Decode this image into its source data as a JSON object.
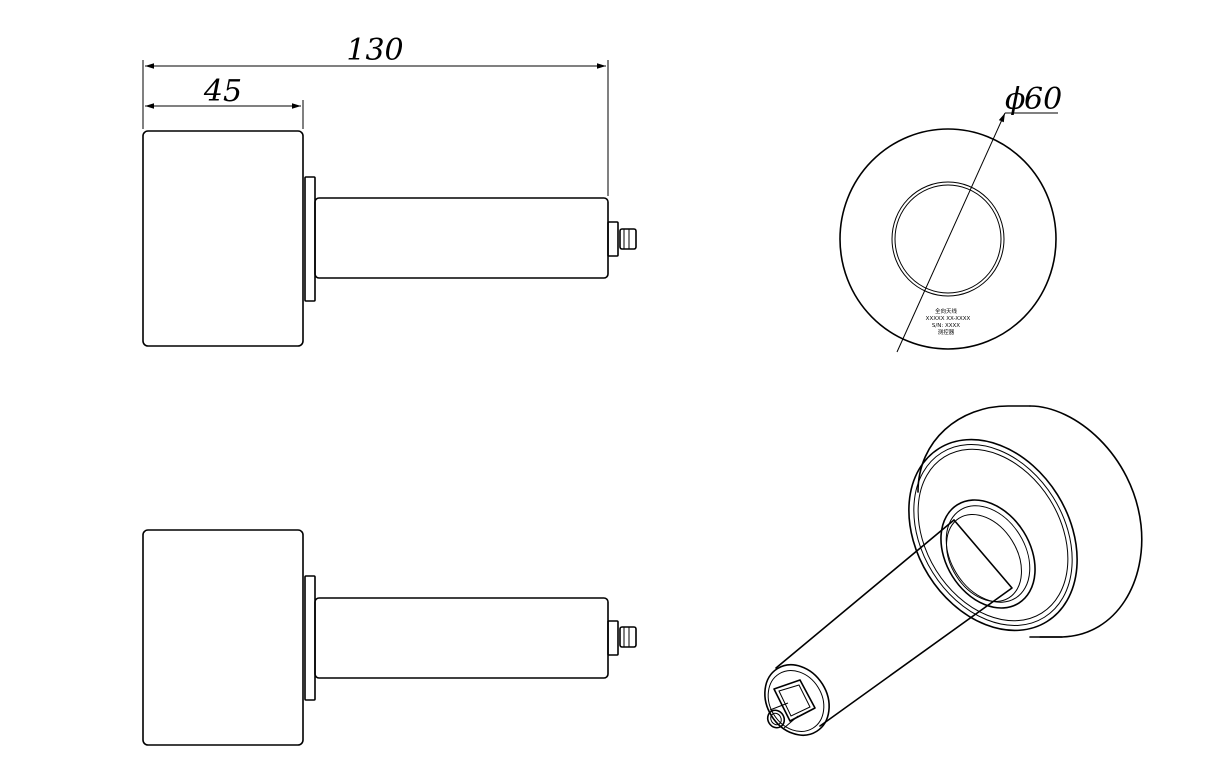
{
  "dimensions": {
    "overall_length": "130",
    "body_length": "45",
    "diameter": "60",
    "diameter_symbol": "ϕ"
  },
  "label": {
    "line1": "全向天线",
    "line2": "XXXXX XX-XXXX",
    "line3": "S/N: XXXX",
    "line4": "测控器"
  }
}
